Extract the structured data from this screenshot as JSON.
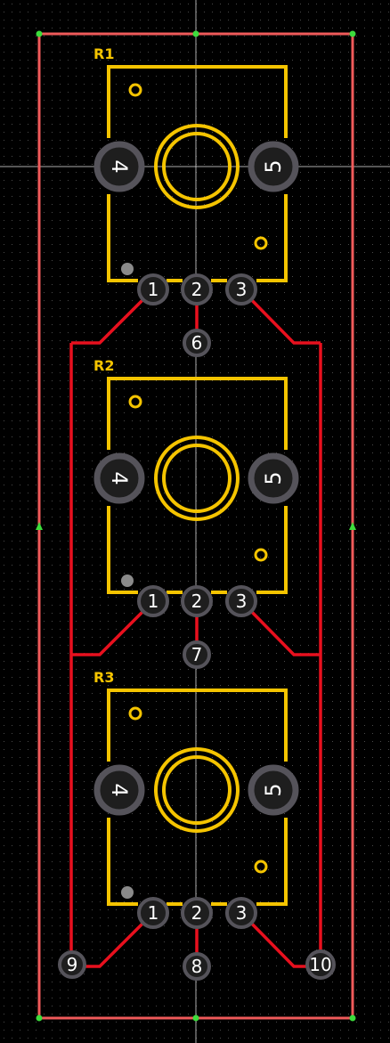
{
  "colors": {
    "background": "#000000",
    "grid_dot": "#4a4a4a",
    "board_outline": "#f05a5a",
    "trace": "#e8101e",
    "silkscreen": "#f5c400",
    "pad_ring": "#55535a",
    "pad_fill": "#1e1e1e",
    "pad_text": "#ffffff",
    "crosshair": "#d8d8d8",
    "corner_marker": "#3cdc3c"
  },
  "components": [
    {
      "ref": "R1",
      "pads": [
        "1",
        "2",
        "3"
      ],
      "mount_pads": [
        "4",
        "5"
      ],
      "extra_pad": "6"
    },
    {
      "ref": "R2",
      "pads": [
        "1",
        "2",
        "3"
      ],
      "mount_pads": [
        "4",
        "5"
      ],
      "extra_pad": "7"
    },
    {
      "ref": "R3",
      "pads": [
        "1",
        "2",
        "3"
      ],
      "mount_pads": [
        "4",
        "5"
      ],
      "extra_pad": "8"
    }
  ],
  "bus_pads": {
    "left": "9",
    "right": "10"
  }
}
